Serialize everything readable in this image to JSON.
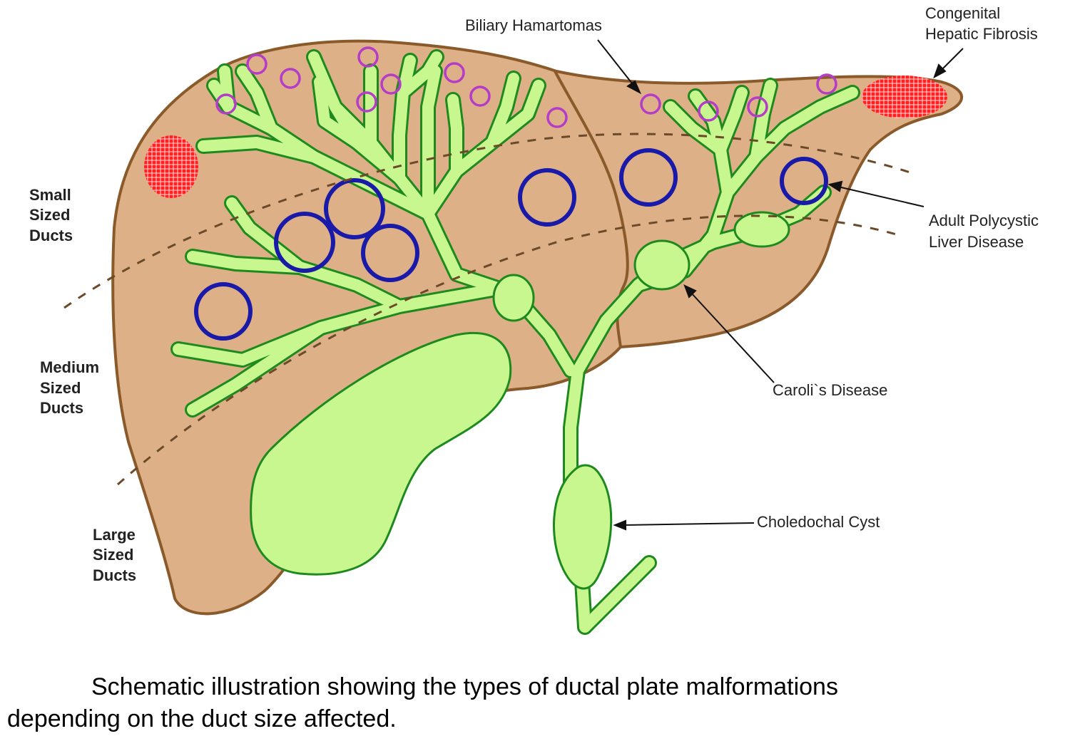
{
  "labels": {
    "biliary_hamartomas": "Biliary Hamartomas",
    "congenital_line1": "Congenital",
    "congenital_line2": "Hepatic Fibrosis",
    "adult_line1": "Adult Polycystic",
    "adult_line2": "Liver Disease",
    "carolis": "Caroli`s Disease",
    "choledochal": "Choledochal Cyst"
  },
  "zones": {
    "small": [
      "Small",
      "Sized",
      "Ducts"
    ],
    "medium": [
      "Medium",
      "Sized",
      "Ducts"
    ],
    "large": [
      "Large",
      "Sized",
      "Ducts"
    ]
  },
  "caption": {
    "line1": "Schematic illustration showing the types of ductal plate malformations",
    "line2": "depending on the duct size affected."
  },
  "colors": {
    "liver_fill": "#deb087",
    "liver_outline": "#8b5a2b",
    "duct_fill": "#c8f790",
    "duct_outline": "#1e8a1e",
    "polycystic_cyst": "#1a1aa8",
    "hamartoma": "#b43cc8",
    "fibrosis": "#ff2020",
    "zone_line": "#6b4a2a"
  }
}
